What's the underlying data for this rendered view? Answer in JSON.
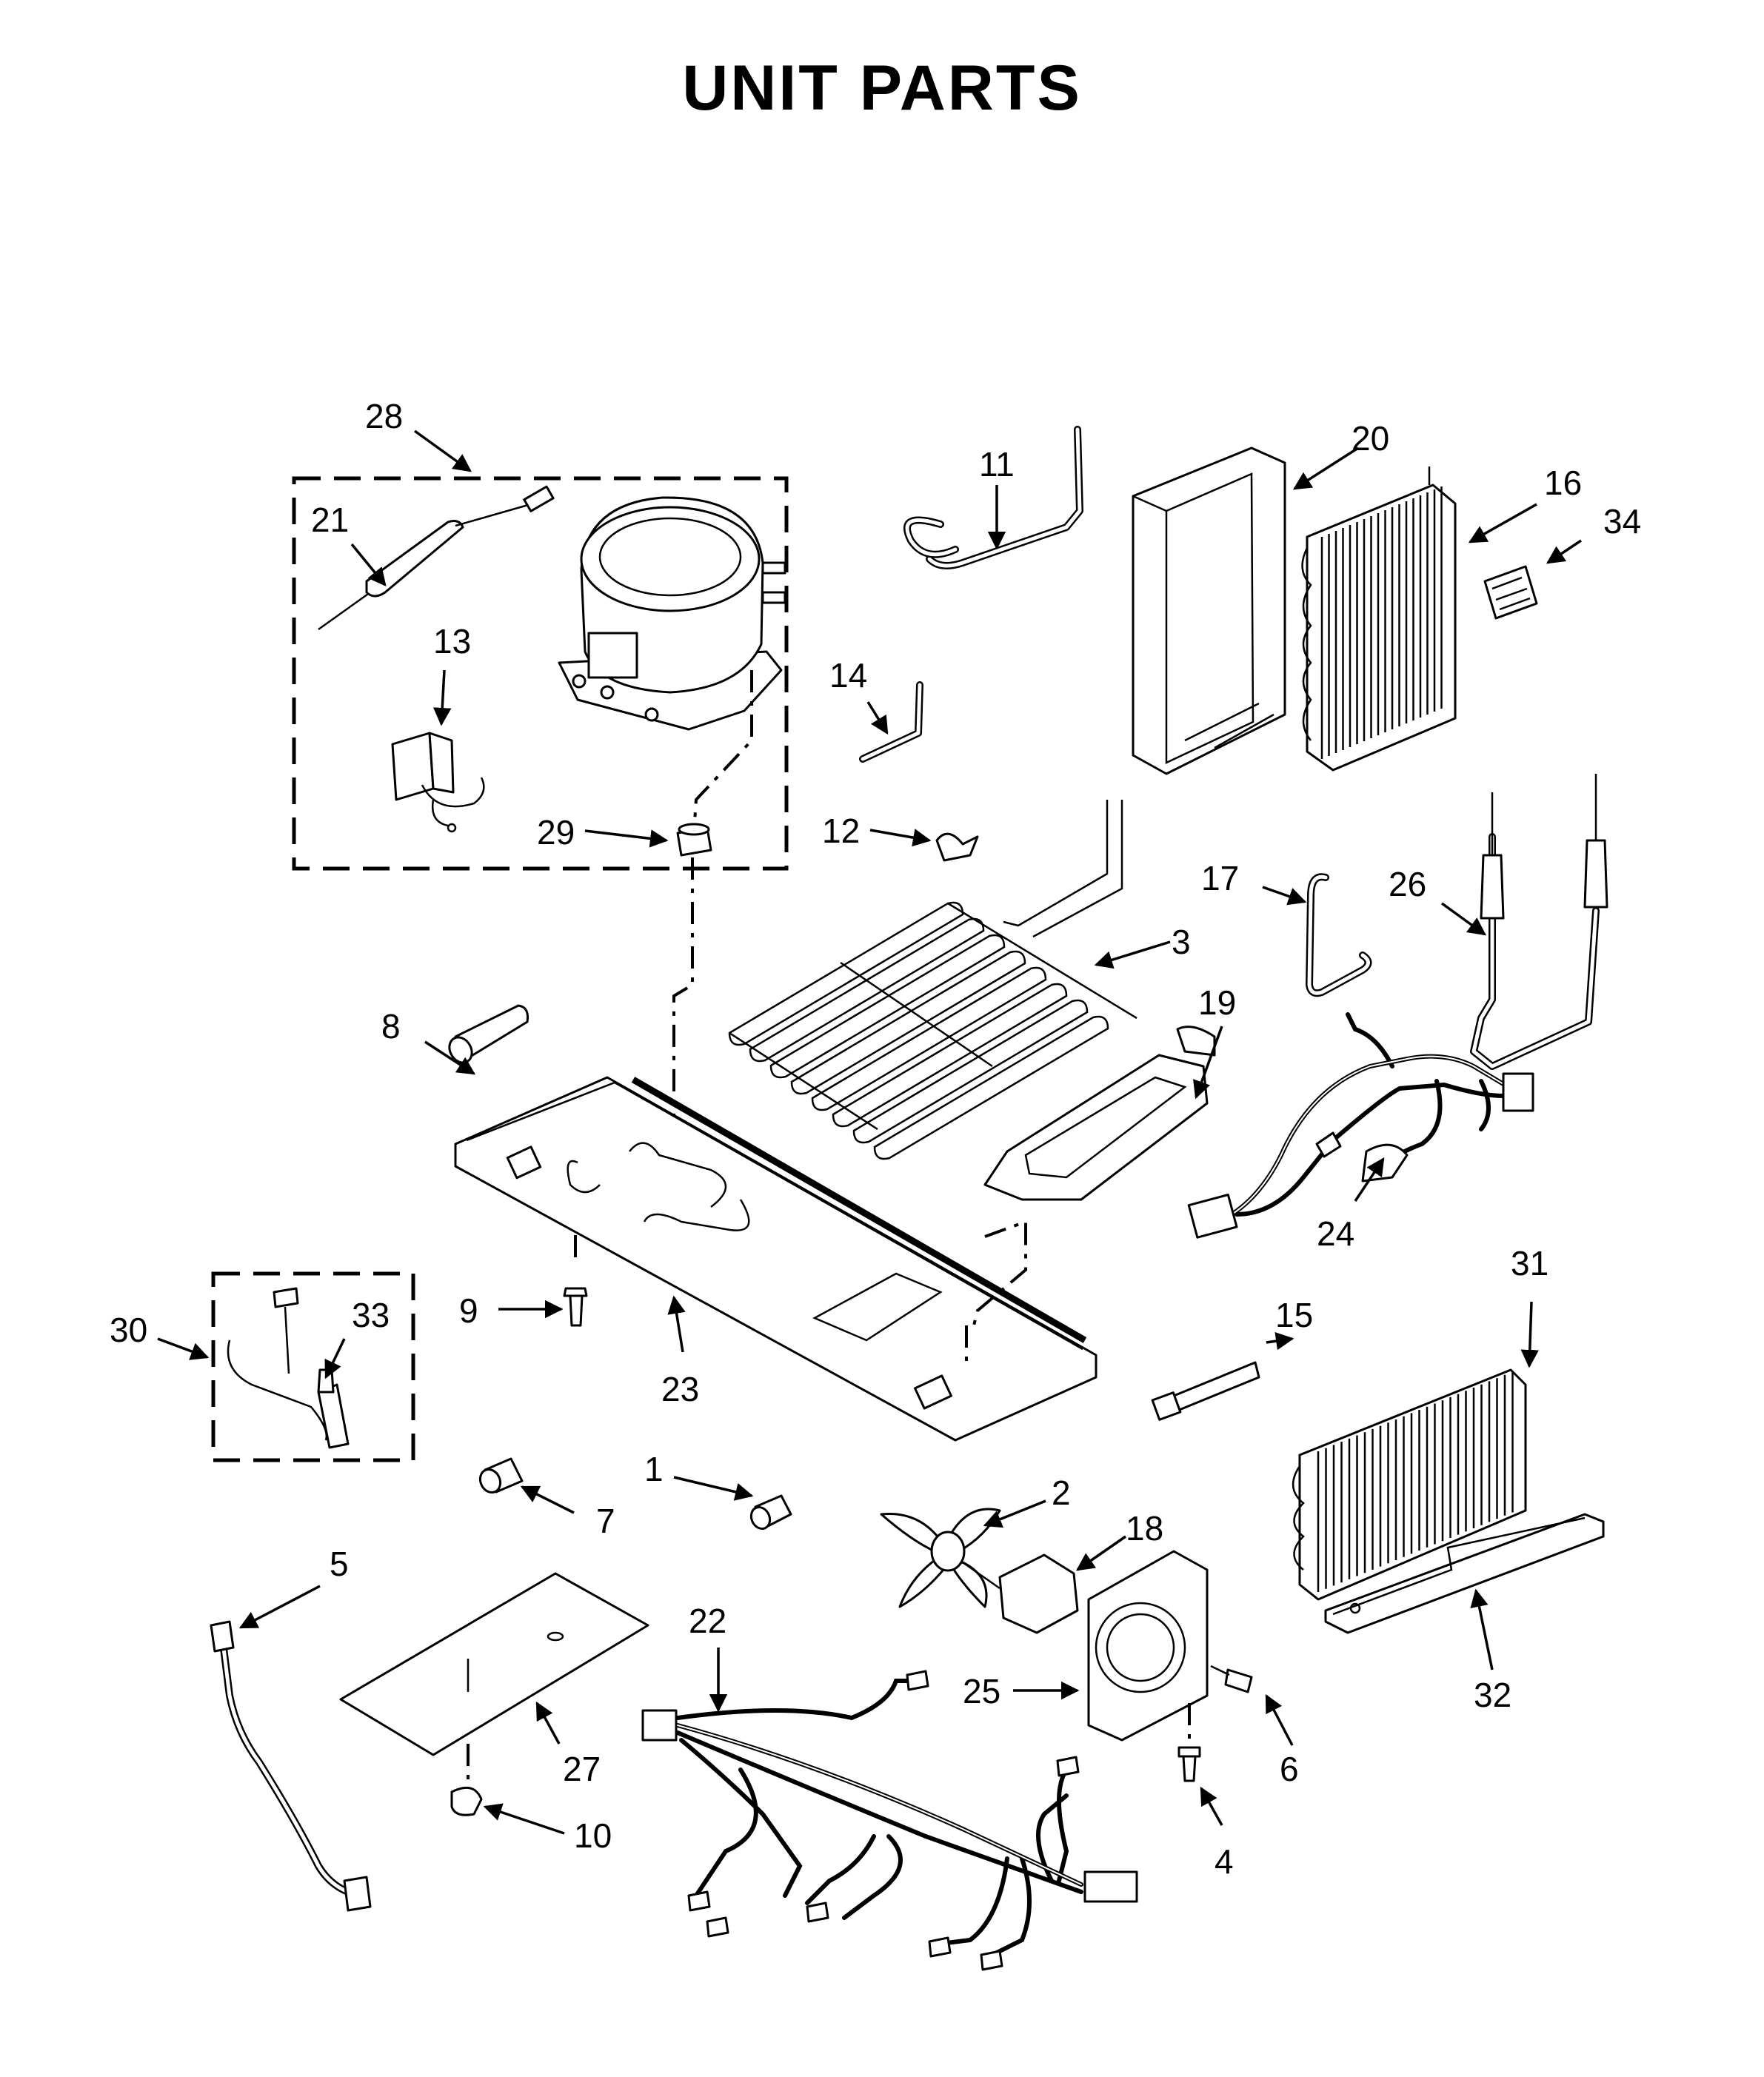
{
  "page": {
    "title": "UNIT PARTS"
  },
  "callouts": {
    "c1": "1",
    "c2": "2",
    "c3": "3",
    "c4": "4",
    "c5": "5",
    "c6": "6",
    "c7": "7",
    "c8": "8",
    "c9": "9",
    "c10": "10",
    "c11": "11",
    "c12": "12",
    "c13": "13",
    "c14": "14",
    "c15": "15",
    "c16": "16",
    "c17": "17",
    "c18": "18",
    "c19": "19",
    "c20": "20",
    "c21": "21",
    "c22": "22",
    "c23": "23",
    "c24": "24",
    "c25": "25",
    "c26": "26",
    "c27": "27",
    "c28": "28",
    "c29": "29",
    "c30": "30",
    "c31": "31",
    "c32": "32",
    "c33": "33",
    "c34": "34"
  }
}
